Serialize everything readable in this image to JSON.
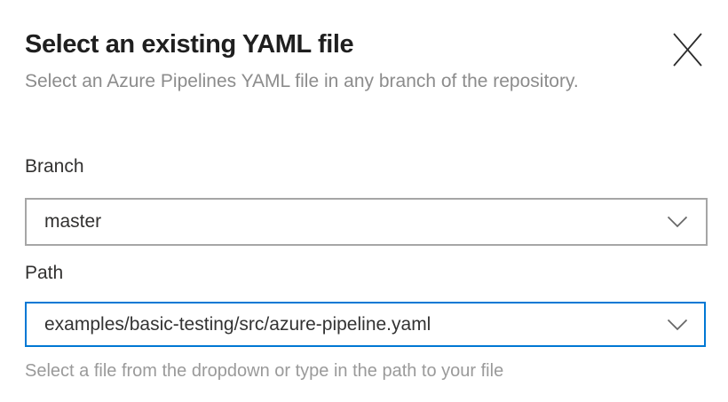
{
  "dialog": {
    "title": "Select an existing YAML file",
    "subtitle": "Select an Azure Pipelines YAML file in any branch of the repository.",
    "close_icon": "x-icon"
  },
  "branch": {
    "label": "Branch",
    "value": "master",
    "dropdown_icon": "chevron-down-icon"
  },
  "path": {
    "label": "Path",
    "value": "examples/basic-testing/src/azure-pipeline.yaml",
    "dropdown_icon": "chevron-down-icon",
    "helper": "Select a file from the dropdown or type in the path to your file"
  },
  "colors": {
    "accent": "#0078d4",
    "field_border": "#a6a6a6",
    "text_primary": "#1f1f1f",
    "text_label": "#323130",
    "text_secondary": "#8c8c8c",
    "chevron": "#666666",
    "close": "#2b2b2b"
  }
}
